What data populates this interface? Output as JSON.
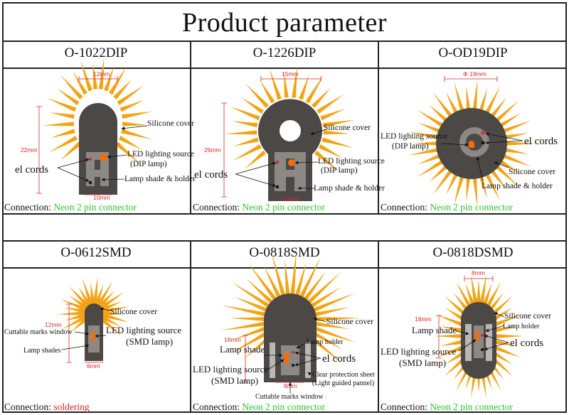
{
  "title": "Product parameter",
  "connection_label": "Connection:",
  "colors": {
    "ray": "#f2a414",
    "body": "#4b4846",
    "dimension": "#e0262b",
    "source": "#ff6a00",
    "connection_value": "#28c828",
    "soldering": "#e02020"
  },
  "products": [
    {
      "name": "O-1022DIP",
      "dims": {
        "width_top": "12mm",
        "height": "22mm",
        "width_bottom": "10mm"
      },
      "labels": {
        "silicone": "Silicone cover",
        "led1": "LED lighting source",
        "led2": "(DIP lamp)",
        "cords": "el cords",
        "shade": "Lamp shade & holder"
      },
      "connection": "Neon 2 pin connector"
    },
    {
      "name": "O-1226DIP",
      "dims": {
        "width_top": "15mm",
        "height": "26mm",
        "width_bottom": "12mm"
      },
      "labels": {
        "silicone": "Silicone cover",
        "led1": "LED lighting source",
        "led2": "(DIP lamp)",
        "cords": "el cords",
        "shade": "Lamp shade & holder"
      },
      "connection": "Neon 2 pin connector"
    },
    {
      "name": "O-OD19DIP",
      "dims": {
        "diameter": "Φ 19mm"
      },
      "labels": {
        "led1": "LED lighting source",
        "led2": "(DIP lamp)",
        "cords": "el cords",
        "silicone": "Silicone cover",
        "shade": "Lamp shade & holder"
      },
      "connection": "Neon 2 pin connector"
    },
    {
      "name": "O-0612SMD",
      "dims": {
        "height": "12mm",
        "width": "6mm"
      },
      "labels": {
        "silicone": "Silicone cover",
        "cuttable": "Cuttable marks window",
        "led1": "LED lighting source",
        "led2": "(SMD lamp)",
        "shades": "Lamp shades"
      },
      "connection": "soldering"
    },
    {
      "name": "O-0818SMD",
      "dims": {
        "height": "18mm",
        "width": "8mm"
      },
      "labels": {
        "silicone": "Silicone cover",
        "holder": "Lamp holder",
        "shade": "Lamp shade",
        "cords": "el cords",
        "led1": "LED lighting source",
        "led2": "(SMD lamp)",
        "clear1": "Clear protection sheet",
        "clear2": "(Light guided pannel)",
        "cuttable": "Cuttable marks window"
      },
      "connection": "Neon 2 pin connector"
    },
    {
      "name": "O-0818DSMD",
      "dims": {
        "width": "8mm",
        "height": "18mm"
      },
      "labels": {
        "silicone": "Silicone cover",
        "holder": "Lamp holder",
        "shade": "Lamp shade",
        "cords": "el cords",
        "led1": "LED lighting source",
        "led2": "(SMD lamp)"
      },
      "connection": "Neon 2 pin connector"
    }
  ]
}
